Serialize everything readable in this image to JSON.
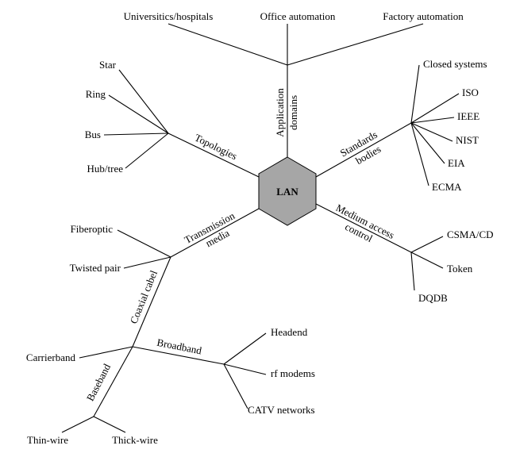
{
  "center": {
    "label": "LAN",
    "fill": "#a6a6a6",
    "stroke": "#000000"
  },
  "branches": {
    "application": {
      "label_line1": "Application",
      "label_line2": "domains",
      "leaves": [
        "Universitics/hospitals",
        "Office automation",
        "Factory automation"
      ]
    },
    "standards": {
      "label_line1": "Standards",
      "label_line2": "bodies",
      "leaves": [
        "Closed systems",
        "ISO",
        "IEEE",
        "NIST",
        "EIA",
        "ECMA"
      ]
    },
    "medium": {
      "label_line1": "Medium access",
      "label_line2": "control",
      "leaves": [
        "CSMA/CD",
        "Token",
        "DQDB"
      ]
    },
    "topologies": {
      "label": "Topologies",
      "leaves": [
        "Star",
        "Ring",
        "Bus",
        "Hub/tree"
      ]
    },
    "transmission": {
      "label_line1": "Transmission",
      "label_line2": "media",
      "leaves": [
        "Fiberoptic",
        "Twisted pair"
      ],
      "coaxial": {
        "label": "Coaxial cabel",
        "baseband": {
          "label": "Baseband",
          "leaves": [
            "Carrierband",
            "Thin-wire",
            "Thick-wire"
          ]
        },
        "broadband": {
          "label": "Broadband",
          "leaves": [
            "Headend",
            "rf modems",
            "CATV networks"
          ]
        }
      }
    }
  }
}
